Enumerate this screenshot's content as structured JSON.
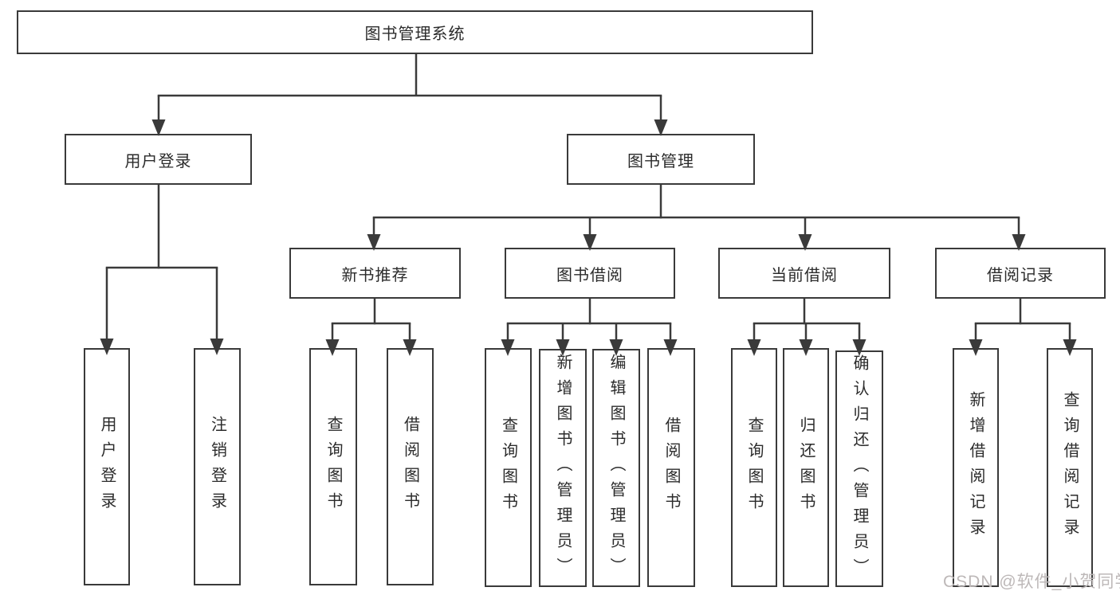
{
  "diagram": {
    "root": {
      "label": "图书管理系统"
    },
    "branches": [
      {
        "label": "用户登录",
        "children": [
          {
            "label": "用户登录"
          },
          {
            "label": "注销登录"
          }
        ]
      },
      {
        "label": "图书管理",
        "children": [
          {
            "label": "新书推荐",
            "children": [
              {
                "label": "查询图书"
              },
              {
                "label": "借阅图书"
              }
            ]
          },
          {
            "label": "图书借阅",
            "children": [
              {
                "label": "查询图书"
              },
              {
                "label": "新增图书（管理员）"
              },
              {
                "label": "编辑图书（管理员）"
              },
              {
                "label": "借阅图书"
              }
            ]
          },
          {
            "label": "当前借阅",
            "children": [
              {
                "label": "查询图书"
              },
              {
                "label": "归还图书"
              },
              {
                "label": "确认归还（管理员）"
              }
            ]
          },
          {
            "label": "借阅记录",
            "children": [
              {
                "label": "新增借阅记录"
              },
              {
                "label": "查询借阅记录"
              }
            ]
          }
        ]
      }
    ]
  },
  "watermark": {
    "text": "CSDN @软件_小贺同学"
  },
  "colors": {
    "line": "#3a3a3a",
    "border": "#3a3a3a",
    "text": "#2b2b2b",
    "watermark": "#bdb8b8",
    "background": "#ffffff"
  }
}
